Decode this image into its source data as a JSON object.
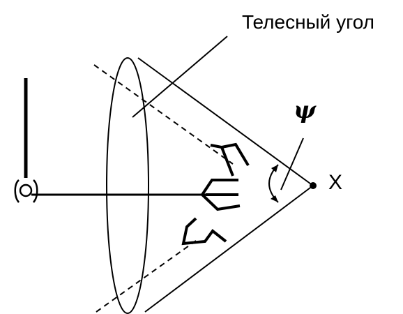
{
  "labels": {
    "solid_angle": "Телесный угол",
    "angle_symbol": "ψ",
    "point": "X"
  },
  "colors": {
    "ink": "#000000",
    "background": "#ffffff"
  }
}
